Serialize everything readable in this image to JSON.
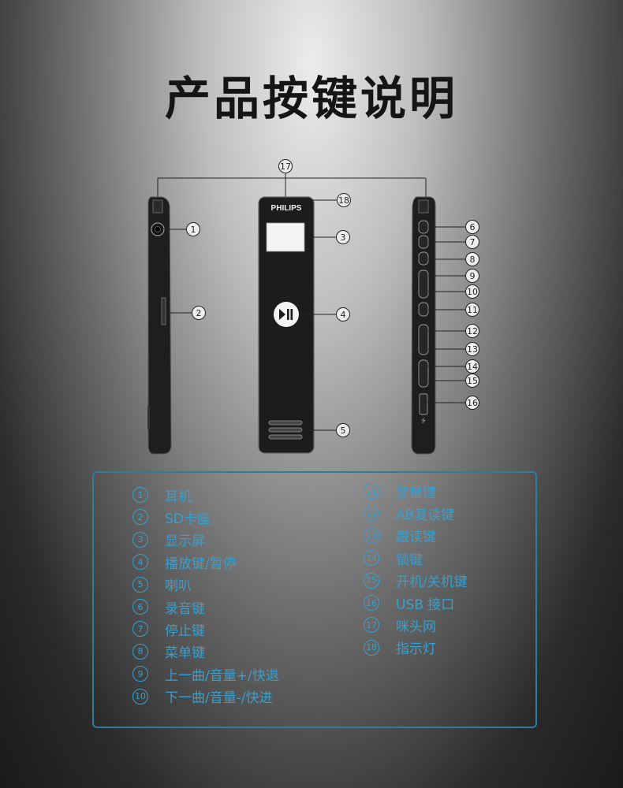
{
  "page": {
    "title": "产品按键说明",
    "brand": "PHILIPS"
  },
  "callouts": [
    "17",
    "18",
    "1",
    "3",
    "2",
    "4",
    "5",
    "6",
    "7",
    "8",
    "9",
    "10",
    "11",
    "12",
    "13",
    "14",
    "15",
    "16"
  ],
  "legend": {
    "left": [
      {
        "num": "1",
        "label": "耳机"
      },
      {
        "num": "2",
        "label": "SD卡座"
      },
      {
        "num": "3",
        "label": "显示屏"
      },
      {
        "num": "4",
        "label": "播放键/暂停"
      },
      {
        "num": "5",
        "label": "喇叭"
      },
      {
        "num": "6",
        "label": "录音键"
      },
      {
        "num": "7",
        "label": "停止键"
      },
      {
        "num": "8",
        "label": "菜单键"
      },
      {
        "num": "9",
        "label": "上一曲/音量+/快退"
      },
      {
        "num": "10",
        "label": "下一曲/音量-/快进"
      }
    ],
    "right": [
      {
        "num": "11",
        "label": "音量键"
      },
      {
        "num": "12",
        "label": "AB复读键"
      },
      {
        "num": "13",
        "label": "跟读键"
      },
      {
        "num": "14",
        "label": "锁键"
      },
      {
        "num": "15",
        "label": "开机/关机键"
      },
      {
        "num": "16",
        "label": "USB 接口"
      },
      {
        "num": "17",
        "label": "咪头网"
      },
      {
        "num": "18",
        "label": "指示灯"
      }
    ]
  },
  "colors": {
    "accent": "#3a9fcc",
    "title": "#151515",
    "device": "#1c1c1c"
  }
}
